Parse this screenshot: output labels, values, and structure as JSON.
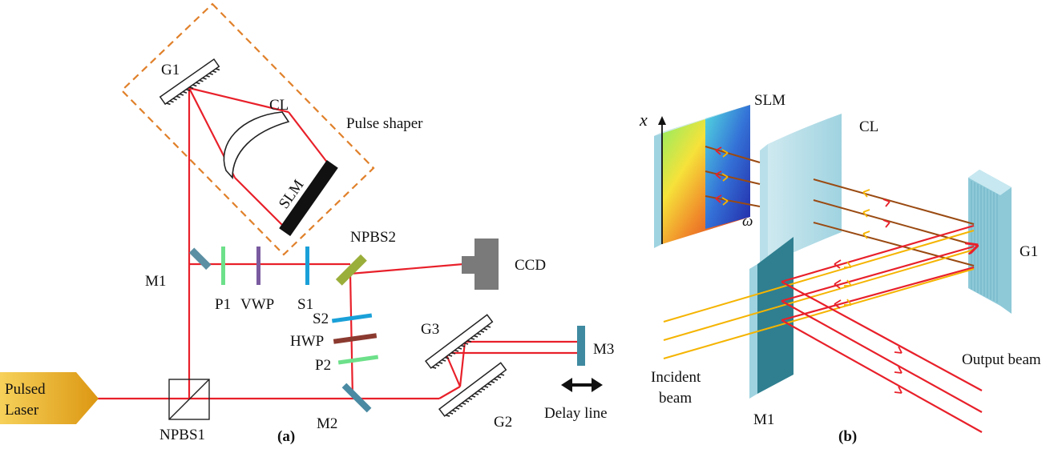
{
  "panel_a": {
    "caption": "(a)",
    "labels": {
      "laser": [
        "Pulsed",
        "Laser"
      ],
      "npbs1": "NPBS1",
      "npbs2": "NPBS2",
      "m1": "M1",
      "m2": "M2",
      "m3": "M3",
      "p1": "P1",
      "vwp": "VWP",
      "s1": "S1",
      "s2": "S2",
      "hwp": "HWP",
      "p2": "P2",
      "g1": "G1",
      "g2": "G2",
      "g3": "G3",
      "cl": "CL",
      "slm": "SLM",
      "ccd": "CCD",
      "pulse_shaper": "Pulse shaper",
      "delay_line": "Delay line"
    }
  },
  "panel_b": {
    "caption": "(b)",
    "labels": {
      "slm": "SLM",
      "cl": "CL",
      "g1": "G1",
      "m1": "M1",
      "x_axis": "x",
      "omega_axis": "ω",
      "incident": [
        "Incident",
        "beam"
      ],
      "output": "Output beam"
    }
  },
  "colors": {
    "beam_red": "#e8202a",
    "beam_yellow": "#f5b400",
    "beam_brown": "#9a4a12",
    "pulse_shaper_box": "#e0802a",
    "laser_gold": "#e3a21a",
    "optic_light_blue": "#9fd3e0",
    "optic_dark_teal": "#2f7f90"
  }
}
